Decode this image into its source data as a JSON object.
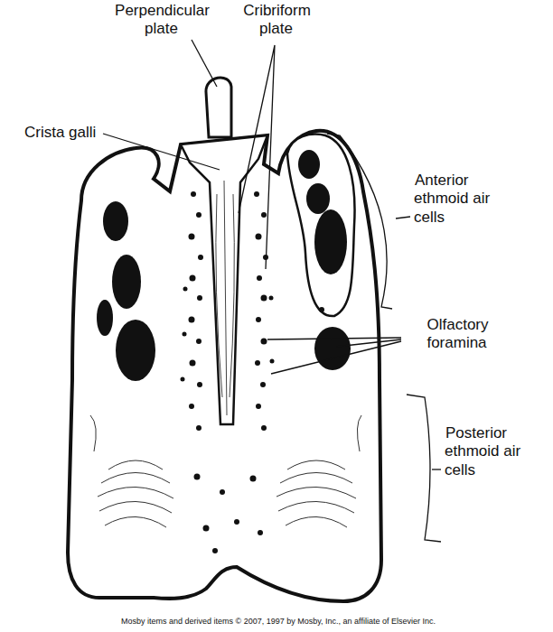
{
  "diagram": {
    "labels": [
      "Perpendicular plate",
      "Cribriform plate",
      "Crista galli",
      "Anterior ethmoid air cells",
      "Olfactory foramina",
      "Posterior ethmoid air cells",
      "Mosby items and derived items © 2007, 1997 by Mosby, Inc., an affiliate of Elsevier Inc."
    ]
  }
}
